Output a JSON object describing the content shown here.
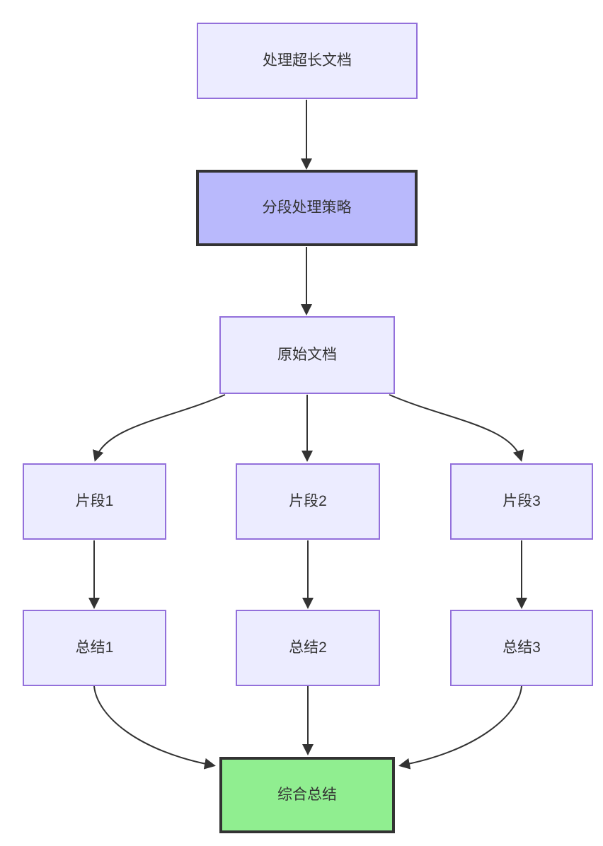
{
  "diagram": {
    "type": "flowchart",
    "direction": "top-down",
    "background": "#FFFFFF",
    "palette": {
      "node_fill": "#ECECFF",
      "node_border": "#9370DB",
      "accent_fill": "#B9B9FC",
      "accent_border": "#333333",
      "success_fill": "#90EE90",
      "success_border": "#333333",
      "edge_color": "#333333",
      "text_color": "#333333"
    },
    "nodes": {
      "a": {
        "label": "处理超长文档",
        "style": "light"
      },
      "b": {
        "label": "分段处理策略",
        "style": "accent"
      },
      "c": {
        "label": "原始文档",
        "style": "light"
      },
      "d": {
        "label": "片段1",
        "style": "light"
      },
      "e": {
        "label": "片段2",
        "style": "light"
      },
      "f": {
        "label": "片段3",
        "style": "light"
      },
      "g": {
        "label": "总结1",
        "style": "light"
      },
      "h": {
        "label": "总结2",
        "style": "light"
      },
      "i": {
        "label": "总结3",
        "style": "light"
      },
      "j": {
        "label": "综合总结",
        "style": "green"
      }
    },
    "edges": [
      {
        "from": "处理超长文档",
        "to": "分段处理策略"
      },
      {
        "from": "分段处理策略",
        "to": "原始文档"
      },
      {
        "from": "原始文档",
        "to": "片段1"
      },
      {
        "from": "原始文档",
        "to": "片段2"
      },
      {
        "from": "原始文档",
        "to": "片段3"
      },
      {
        "from": "片段1",
        "to": "总结1"
      },
      {
        "from": "片段2",
        "to": "总结2"
      },
      {
        "from": "片段3",
        "to": "总结3"
      },
      {
        "from": "总结1",
        "to": "综合总结"
      },
      {
        "from": "总结2",
        "to": "综合总结"
      },
      {
        "from": "总结3",
        "to": "综合总结"
      }
    ]
  }
}
